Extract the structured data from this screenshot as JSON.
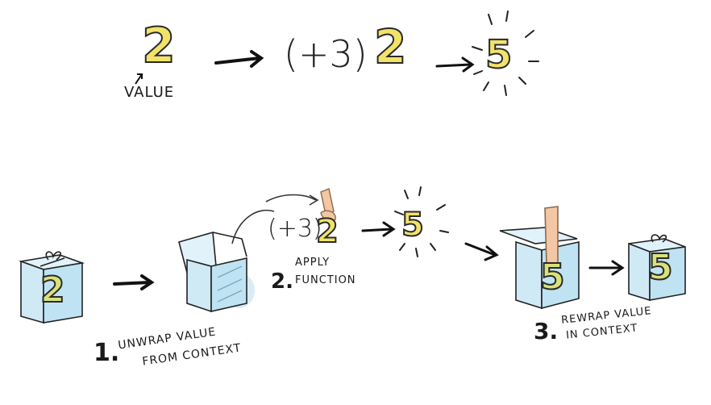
{
  "top": {
    "value_number": "2",
    "value_label": "VALUE",
    "function": "(+3)",
    "function_arg": "2",
    "result": "5"
  },
  "bottom": {
    "boxed_value": "2",
    "function": "(+3)",
    "function_arg": "2",
    "result": "5",
    "rewrapped_value": "5",
    "final_value": "5",
    "steps": [
      {
        "number": "1.",
        "line1": "UNWRAP VALUE",
        "line2": "FROM CONTEXT"
      },
      {
        "number": "2.",
        "line1": "APPLY",
        "line2": "FUNCTION"
      },
      {
        "number": "3.",
        "line1": "REWRAP VALUE",
        "line2": "IN CONTEXT"
      }
    ]
  },
  "colors": {
    "number_yellow": "#f1e36a",
    "box_blue": "#bfe3f2",
    "ink": "#1a1a1a",
    "hand": "#f3c6a4"
  }
}
